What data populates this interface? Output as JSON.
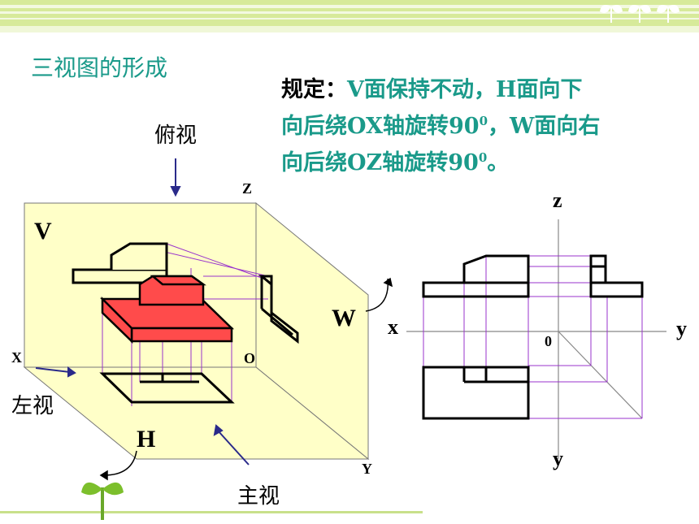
{
  "title": "三视图的形成",
  "rule": {
    "label": "规定：",
    "line1_rest": "V面保持不动，H面向下",
    "line2": "向后绕OX轴旋转90",
    "line2_sup": "0",
    "line2_tail": "，W面向右",
    "line3": "向后绕OZ轴旋转90",
    "line3_sup": "0",
    "line3_tail": "。"
  },
  "views": {
    "top_view": "俯视",
    "left_view": "左视",
    "front_view": "主视"
  },
  "planes": {
    "v": "V",
    "h": "H",
    "w": "W"
  },
  "axes_left": {
    "x": "X",
    "z": "Z",
    "o": "O",
    "y": "Y"
  },
  "axes_right": {
    "z": "z",
    "x": "x",
    "y_right": "y",
    "y_bottom": "y",
    "origin": "0"
  },
  "colors": {
    "title_text": "#1a9a8a",
    "plane_fill": "#ffffc8",
    "object_fill": "#ff4b4b",
    "projection_line": "#9933cc",
    "header_green": "#c8e08a"
  }
}
